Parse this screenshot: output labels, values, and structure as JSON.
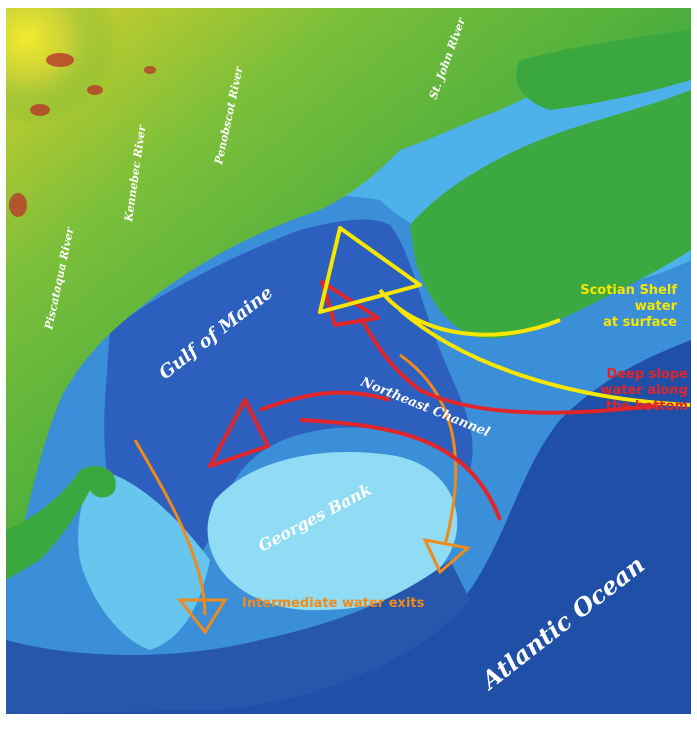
{
  "labels": {
    "rivers": {
      "piscataqua": "Piscataqua River",
      "kennebec": "Kennebec River",
      "penobscot": "Penobscot River",
      "st_john": "St. John River"
    },
    "water_bodies": {
      "gulf_of_maine": "Gulf of Maine",
      "northeast_channel": "Northeast Channel",
      "georges_bank": "Georges Bank",
      "atlantic_ocean": "Atlantic Ocean"
    },
    "flows": {
      "scotian_line1": "Scotian Shelf",
      "scotian_line2": "water",
      "scotian_line3": "at surface",
      "deep_line1": "Deep slope",
      "deep_line2": "water along",
      "deep_line3": "the bottom",
      "intermediate": "Intermediate water exits"
    }
  },
  "colors": {
    "scotian_shelf_arrow": "#f7e700",
    "deep_slope_arrow": "#e0262b",
    "intermediate_arrow": "#f08a1c",
    "deep_ocean": "#1f4fa6",
    "basin": "#2a63bf",
    "shelf": "#3fa6e3",
    "shallow_bank": "#7ed3f2",
    "land_low": "#3aa83e",
    "land_high": "#e8e030"
  }
}
